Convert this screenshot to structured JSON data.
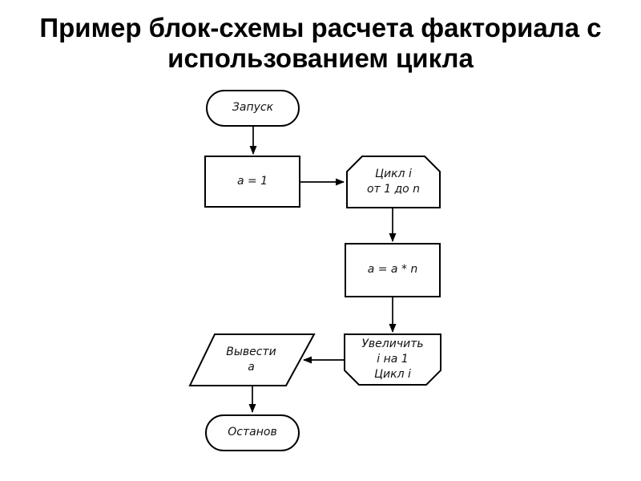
{
  "slide": {
    "title": "Пример блок-схемы расчета факториала с\nиспользованием цикла"
  },
  "flowchart": {
    "nodes": [
      {
        "id": "start",
        "type": "terminator",
        "label": "Запуск"
      },
      {
        "id": "init",
        "type": "process",
        "label": "a = 1"
      },
      {
        "id": "loop_begin",
        "type": "loop-begin",
        "label": "Цикл i\nот 1 до n"
      },
      {
        "id": "multiply",
        "type": "process",
        "label": "a = a * n"
      },
      {
        "id": "loop_end",
        "type": "loop-end",
        "label": "Увеличить\ni на 1\nЦикл i"
      },
      {
        "id": "output",
        "type": "input-output",
        "label": "Вывести\nа"
      },
      {
        "id": "stop",
        "type": "terminator",
        "label": "Останов"
      }
    ],
    "edges": [
      {
        "from": "start",
        "to": "init"
      },
      {
        "from": "init",
        "to": "loop_begin"
      },
      {
        "from": "loop_begin",
        "to": "multiply"
      },
      {
        "from": "multiply",
        "to": "loop_end"
      },
      {
        "from": "loop_end",
        "to": "output"
      },
      {
        "from": "output",
        "to": "stop"
      }
    ]
  },
  "colors": {
    "background": "#ffffff",
    "shape_fill": "#ffffff",
    "shape_stroke": "#000000",
    "text": "#121212",
    "title_text": "#000000"
  }
}
